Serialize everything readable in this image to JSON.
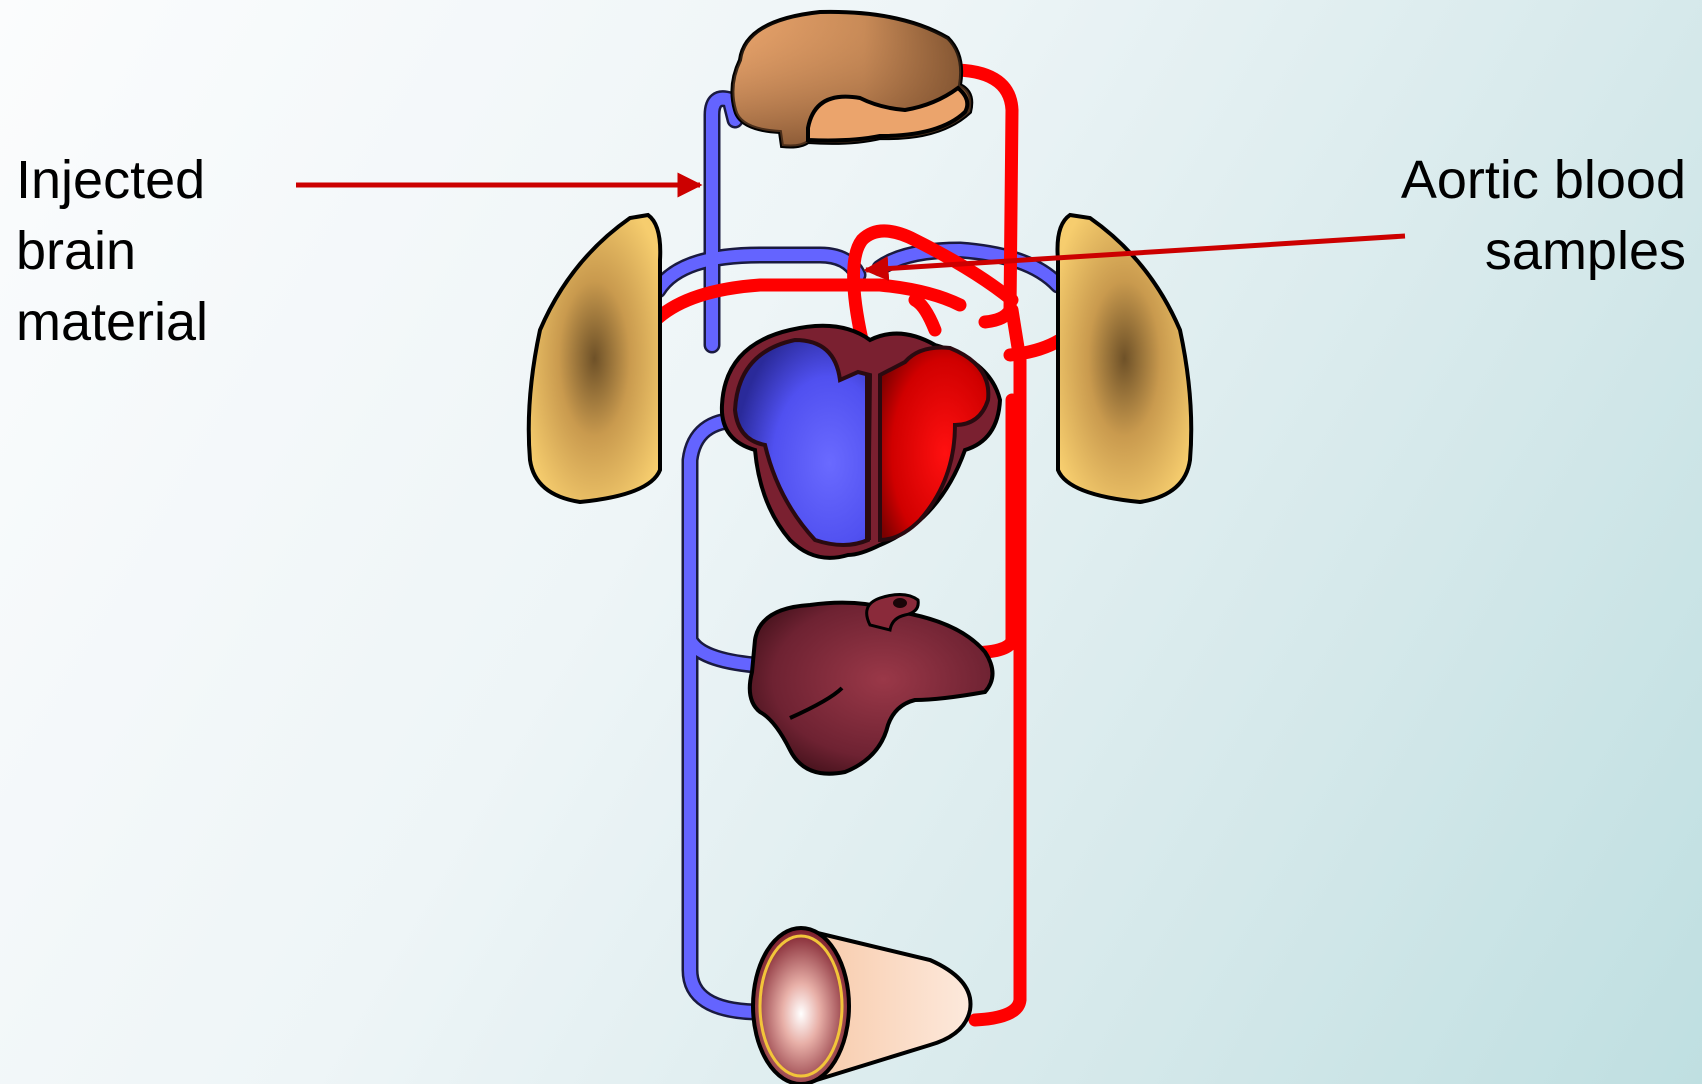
{
  "labels": {
    "injected": [
      "Injected",
      "brain",
      "material"
    ],
    "aortic": [
      "Aortic blood",
      "samples"
    ]
  },
  "icons": {
    "brain": "brain-icon",
    "kidney_left": "kidney-icon",
    "kidney_right": "kidney-icon",
    "heart": "heart-icon",
    "liver": "liver-icon",
    "muscle": "muscle-icon"
  },
  "colors": {
    "venous": "#6464ff",
    "arterial": "#ff0000",
    "pointer": "#cc0000",
    "brain": "#e8a46a",
    "kidney": "#f5c96a",
    "liver": "#7a2434",
    "heart_right": "#5a5aff",
    "heart_left": "#ee0000"
  }
}
